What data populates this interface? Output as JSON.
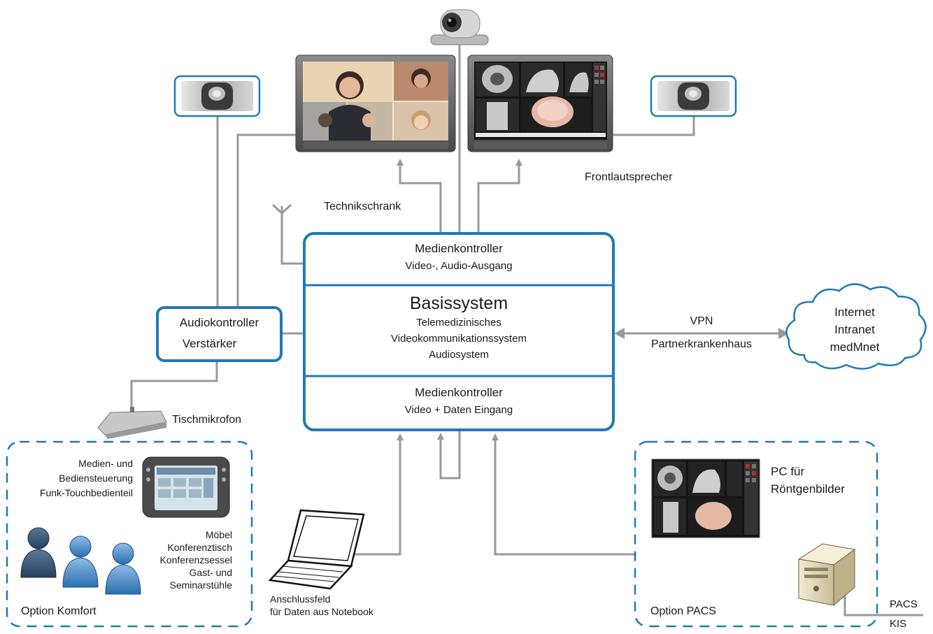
{
  "colors": {
    "accent": "#1e7ab8",
    "line": "#999999",
    "box_border": "#1e7ab8"
  },
  "labels": {
    "technikschrank": "Technikschrank",
    "frontlautsprecher": "Frontlautsprecher",
    "tischmikrofon": "Tischmikrofon",
    "vpn": "VPN",
    "partnerkrankenhaus": "Partnerkrankenhaus",
    "anschlussfeld_1": "Anschlussfeld",
    "anschlussfeld_2": "für Daten aus Notebook",
    "pacs": "PACS",
    "kis": "KIS"
  },
  "audio_controller": {
    "line1": "Audiokontroller",
    "line2": "Verstärker"
  },
  "central": {
    "top": {
      "title": "Medienkontroller",
      "subtitle": "Video-, Audio-Ausgang"
    },
    "middle": {
      "title": "Basissystem",
      "line1": "Telemedizinisches",
      "line2": "Videokommunikationssystem",
      "line3": "Audiosystem"
    },
    "bottom": {
      "title": "Medienkontroller",
      "subtitle": "Video + Daten Eingang"
    }
  },
  "cloud": {
    "line1": "Internet",
    "line2": "Intranet",
    "line3": "medMnet"
  },
  "option_komfort": {
    "title": "Option Komfort",
    "control_1": "Medien- und",
    "control_2": "Bediensteuerung",
    "control_3": "Funk-Touchbedienteil",
    "furniture_1": "Möbel",
    "furniture_2": "Konferenztisch",
    "furniture_3": "Konferenzsessel",
    "furniture_4": "Gast- und",
    "furniture_5": "Seminarstühle"
  },
  "option_pacs": {
    "title": "Option PACS",
    "pc_1": "PC für",
    "pc_2": "Röntgenbilder"
  }
}
